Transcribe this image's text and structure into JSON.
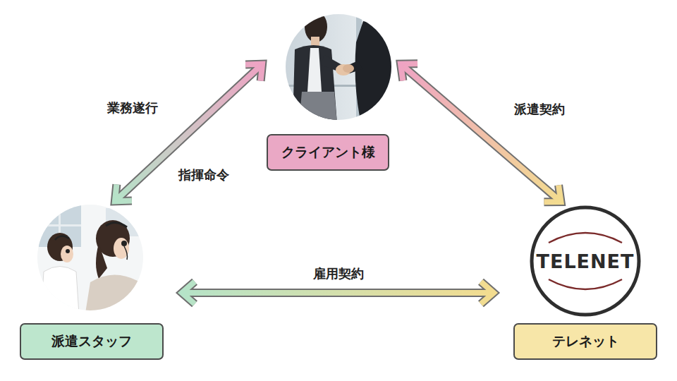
{
  "diagram": {
    "nodes": [
      {
        "text": [
          "クライアント様"
        ]
      },
      {
        "text": [
          "派遣スタッフ"
        ]
      },
      {
        "text": [
          "テレネット"
        ]
      }
    ],
    "edges": [
      {
        "from": 0,
        "to": 1,
        "arrow": "both",
        "label": "業務遂行"
      },
      {
        "from": 0,
        "to": 2,
        "arrow": "both",
        "label": "派遣契約"
      },
      {
        "from": 1,
        "to": 2,
        "arrow": "both",
        "label": "雇用契約"
      }
    ],
    "labels": [
      "指揮命令",
      "TELENET"
    ]
  }
}
